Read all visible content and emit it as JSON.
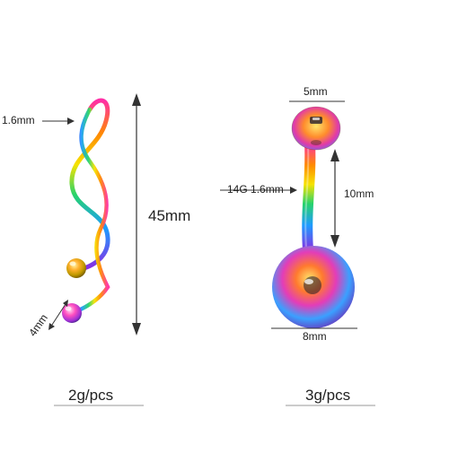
{
  "left_product": {
    "wire_thickness": "1.6mm",
    "length": "45mm",
    "ball_size": "4mm",
    "weight": "2g/pcs"
  },
  "right_product": {
    "top_ball": "5mm",
    "gauge": "14G 1.6mm",
    "bar_length": "10mm",
    "bottom_ball": "8mm",
    "weight": "3g/pcs"
  },
  "colors": {
    "line": "#333333",
    "underline": "#9a9a9a",
    "anodized": [
      "#ff2fa6",
      "#ff8a00",
      "#f6e300",
      "#27d36b",
      "#1e9bff",
      "#8a2be2"
    ]
  }
}
